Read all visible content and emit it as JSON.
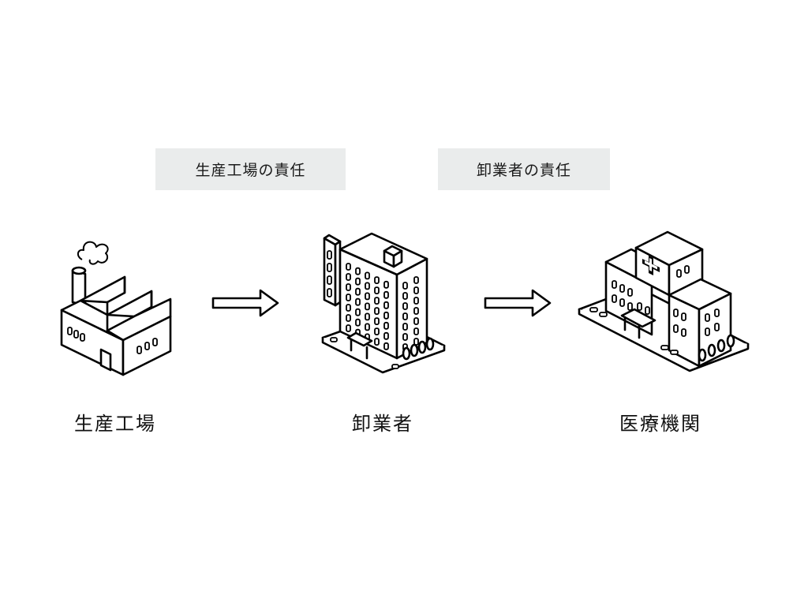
{
  "responsibility_labels": {
    "manufacturer": "生産工場の責任",
    "wholesaler": "卸業者の責任"
  },
  "nodes": [
    {
      "label": "生産工場",
      "icon": "factory-icon"
    },
    {
      "label": "卸業者",
      "icon": "office-building-icon"
    },
    {
      "label": "医療機関",
      "icon": "hospital-icon"
    }
  ],
  "arrows": [
    "arrow-right-icon",
    "arrow-right-icon"
  ],
  "colors": {
    "box_background": "#eaecec",
    "stroke": "#000000",
    "background": "#ffffff"
  }
}
